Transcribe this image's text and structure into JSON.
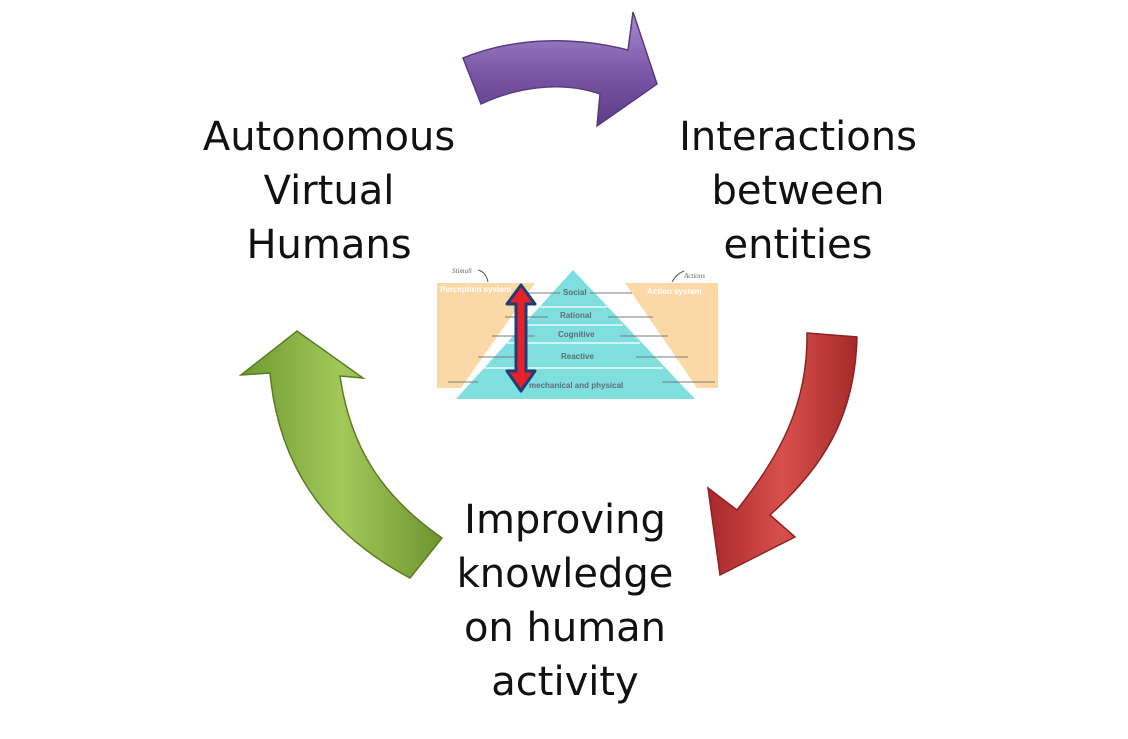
{
  "cycle": {
    "nodes": [
      {
        "lines": [
          "Autonomous",
          "Virtual",
          "Humans"
        ]
      },
      {
        "lines": [
          "Interactions",
          "between",
          "entities"
        ]
      },
      {
        "lines": [
          "Improving",
          "knowledge",
          "on human",
          "activity"
        ]
      }
    ],
    "arrow_colors": {
      "purple": "#7e5aa8",
      "red": "#c23a38",
      "green": "#84a83c"
    }
  },
  "architecture": {
    "input_label": "Stimuli",
    "output_label": "Actions",
    "perception_label": "Perception system",
    "action_label": "Action system",
    "layers": [
      "Social",
      "Rational",
      "Cognitive",
      "Reactive",
      "mechanical and physical"
    ],
    "colors": {
      "pyramid": "#7fdede",
      "side_panel": "#fbd9a6",
      "double_arrow_fill": "#e8202a",
      "double_arrow_outline": "#1e3f73"
    }
  }
}
